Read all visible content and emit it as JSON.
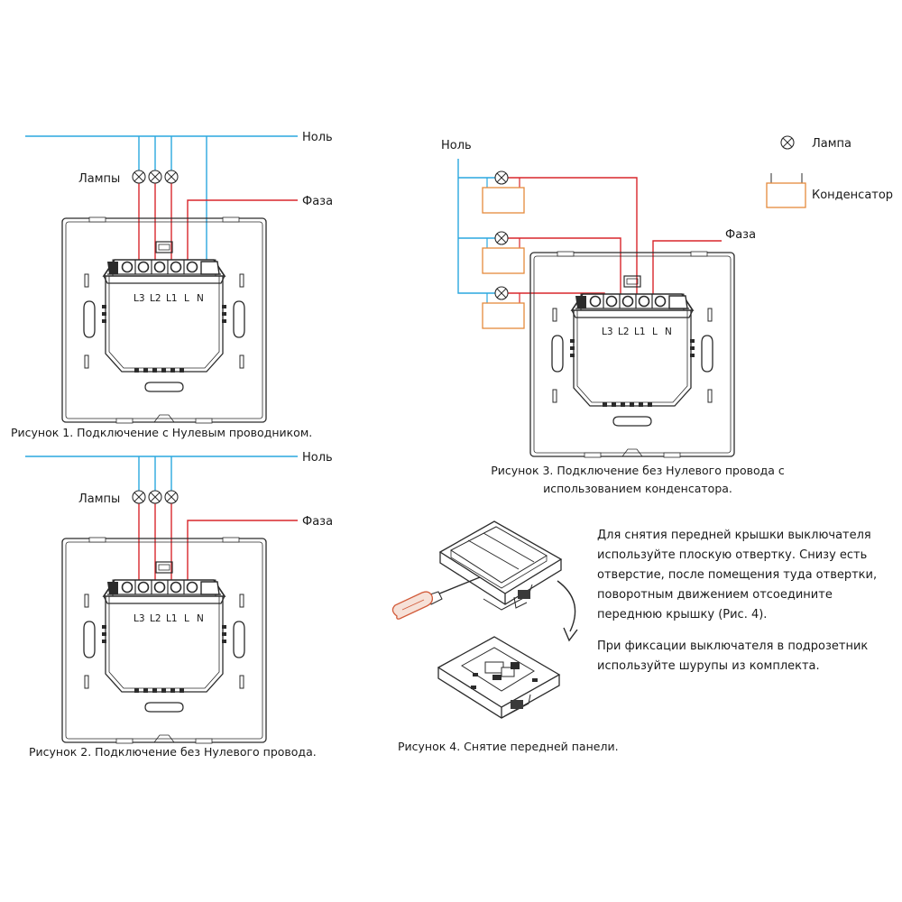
{
  "colors": {
    "neutral_wire": "#2aa7df",
    "phase_wire": "#d9262c",
    "capacitor": "#e58a3c",
    "outline": "#2b2b2b",
    "text": "#1a1a1a"
  },
  "fig1": {
    "neutral_label": "Ноль",
    "lamps_label": "Лампы",
    "phase_label": "Фаза",
    "caption": "Рисунок 1. Подключение с Нулевым проводником."
  },
  "fig2": {
    "neutral_label": "Ноль",
    "lamps_label": "Лампы",
    "phase_label": "Фаза",
    "caption": "Рисунок 2. Подключение без Нулевого провода."
  },
  "fig3": {
    "neutral_label": "Ноль",
    "phase_label": "Фаза",
    "legend_lamp": "Лампа",
    "legend_capacitor": "Конденсатор",
    "caption_line1": "Рисунок 3. Подключение без Нулевого провода с",
    "caption_line2": "использованием конденсатора."
  },
  "terminals": {
    "t1": "L3",
    "t2": "L2",
    "t3": "L1",
    "t4": "L",
    "t5": "N"
  },
  "fig4": {
    "caption": "Рисунок 4. Снятие передней панели."
  },
  "instructions": {
    "line1": "Для снятия передней крышки выключателя",
    "line2": "используйте плоскую отвертку. Снизу есть",
    "line3": "отверстие, после помещения туда отвертки,",
    "line4": "поворотным движением отсоедините",
    "line5": "переднюю крышку (Рис. 4).",
    "line6": "При фиксации выключателя в подрозетник",
    "line7": "используйте шурупы из комплекта."
  }
}
